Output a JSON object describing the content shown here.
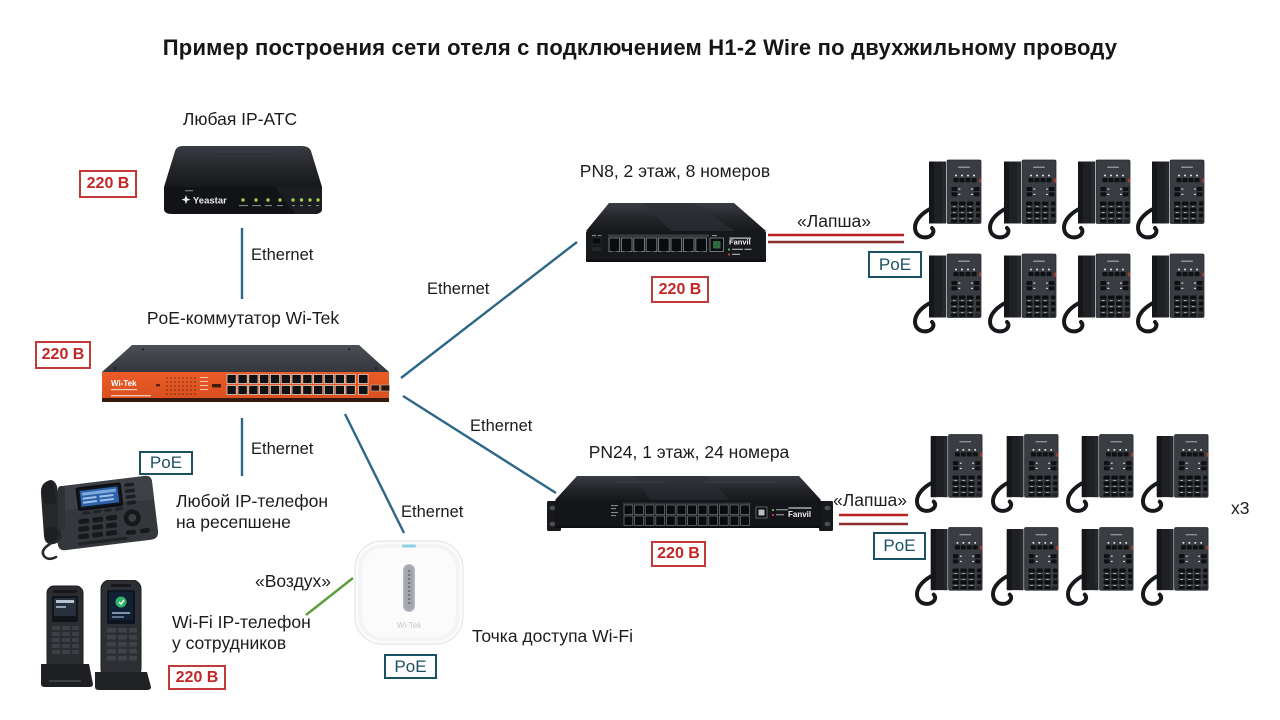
{
  "title": "Пример построения сети отеля с подключением H1-2 Wire по двухжильному проводу",
  "labels": {
    "ethernet": "Ethernet",
    "poe": "PoE",
    "power_220v": "220 В",
    "lapsha": "«Лапша»",
    "air": "«Воздух»",
    "x3": "x3"
  },
  "devices": {
    "pbx": {
      "label": "Любая IP-АТС",
      "brand": "Yeastar"
    },
    "core_switch": {
      "label": "PoE-коммутатор Wi-Tek",
      "brand": "Wi-Tek"
    },
    "pn8": {
      "label": "PN8, 2 этаж, 8 номеров",
      "brand": "Fanvil"
    },
    "pn24": {
      "label": "PN24, 1 этаж, 24 номера",
      "brand": "Fanvil"
    },
    "reception_phone": {
      "label_line1": "Любой IP-телефон",
      "label_line2": "на ресепшене"
    },
    "wifi_phone": {
      "label_line1": "Wi-Fi IP-телефон",
      "label_line2": "у сотрудников"
    },
    "access_point": {
      "label": "Точка доступа Wi-Fi",
      "brand": "Wi-Tek"
    }
  },
  "colors": {
    "line_teal": "#2e6787",
    "line_green": "#5b9e3d",
    "lapsha_red": "#b92020",
    "lapsha_dark_red": "#8e2f2f",
    "power_red": "#c23a3a",
    "poe_teal": "#1c5063",
    "switch_orange": "#e2562a"
  }
}
